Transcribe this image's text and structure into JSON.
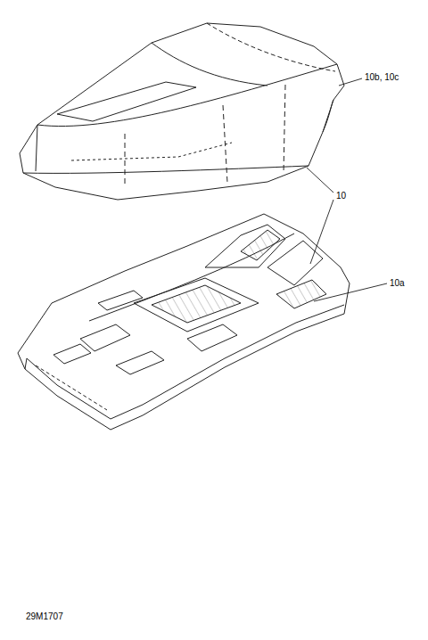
{
  "diagram": {
    "labels": [
      "10b, 10c",
      "10",
      "10a",
      "29M1707"
    ]
  }
}
